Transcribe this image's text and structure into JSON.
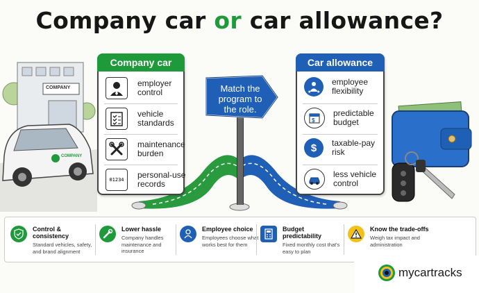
{
  "title": {
    "part1": "Company car ",
    "part2": "or",
    "part3": " car allowance?"
  },
  "building_label": "COMPANY",
  "car_label": "COMPANY",
  "sign_text": "Match the program to the role.",
  "left_panel": {
    "header": "Company car",
    "color": "#1f9a3a",
    "items": [
      {
        "label": "employer control",
        "icon": "person-icon"
      },
      {
        "label": "vehicle standards",
        "icon": "checklist-icon"
      },
      {
        "label": "maintenance burden",
        "icon": "wrench-icon"
      },
      {
        "label": "personal-use records",
        "icon": "odometer-icon",
        "odometer": "01234"
      }
    ]
  },
  "right_panel": {
    "header": "Car allowance",
    "color": "#1f5fb5",
    "items": [
      {
        "label": "employee flexibility",
        "icon": "people-stars-icon"
      },
      {
        "label": "predictable budget",
        "icon": "calendar-dollar-icon"
      },
      {
        "label": "taxable-pay risk",
        "icon": "dollar-icon"
      },
      {
        "label": "less vehicle control",
        "icon": "car-icon"
      }
    ]
  },
  "features": [
    {
      "title": "Control & consistency",
      "desc": "Standard vehicles, safety, and brand alignment",
      "icon": "shield-check-icon",
      "color": "#1f9a3a"
    },
    {
      "title": "Lower hassle",
      "desc": "Company handles maintenance and insurance",
      "icon": "wrench-icon",
      "color": "#1f9a3a"
    },
    {
      "title": "Employee choice",
      "desc": "Employees choose what works best for them",
      "icon": "person-icon",
      "color": "#1f5fb5"
    },
    {
      "title": "Budget predictability",
      "desc": "Fixed monthly cost that's easy to plan",
      "icon": "calculator-icon",
      "color": "#1f5fb5"
    },
    {
      "title": "Know the trade-offs",
      "desc": "Weigh tax impact and administration",
      "icon": "warning-icon",
      "color": "#f2c21b"
    }
  ],
  "brand": {
    "name": "mycartracks"
  }
}
